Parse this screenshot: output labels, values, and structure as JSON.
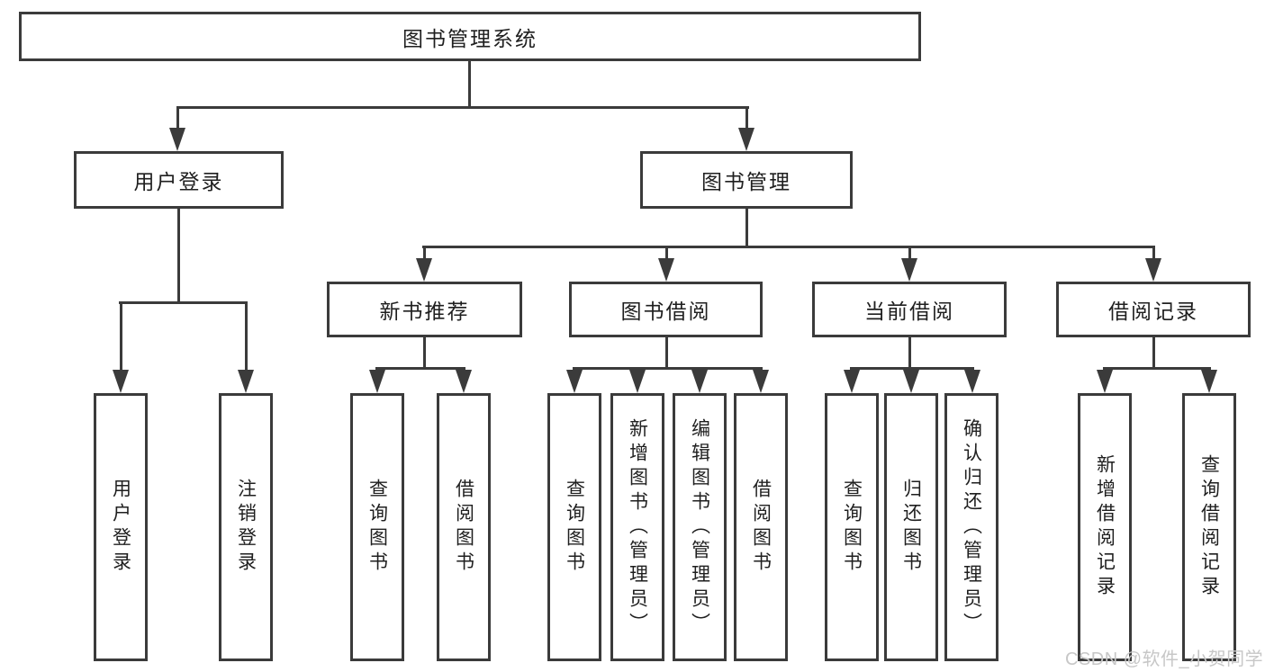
{
  "colors": {
    "line": "#3b3b3b",
    "text": "#1f1f1f",
    "watermark": "#c7c7c7"
  },
  "watermark": {
    "text": "CSDN @软件_小贺同学"
  },
  "diagram": {
    "root": {
      "label": "图书管理系统"
    },
    "user_login": {
      "label": "用户登录",
      "children": {
        "login": {
          "label": "用户登录"
        },
        "logout": {
          "label": "注销登录"
        }
      }
    },
    "book_mgmt": {
      "label": "图书管理",
      "children": {
        "new_book": {
          "label": "新书推荐",
          "children": {
            "query": {
              "label": "查询图书"
            },
            "borrow": {
              "label": "借阅图书"
            }
          }
        },
        "book_borrow": {
          "label": "图书借阅",
          "children": {
            "query": {
              "label": "查询图书"
            },
            "add": {
              "label": "新增图书（管理员）"
            },
            "edit": {
              "label": "编辑图书（管理员）"
            },
            "borrow": {
              "label": "借阅图书"
            }
          }
        },
        "current_borrow": {
          "label": "当前借阅",
          "children": {
            "query": {
              "label": "查询图书"
            },
            "return": {
              "label": "归还图书"
            },
            "confirm": {
              "label": "确认归还（管理员）"
            }
          }
        },
        "records": {
          "label": "借阅记录",
          "children": {
            "add": {
              "label": "新增借阅记录"
            },
            "query": {
              "label": "查询借阅记录"
            }
          }
        }
      }
    }
  }
}
